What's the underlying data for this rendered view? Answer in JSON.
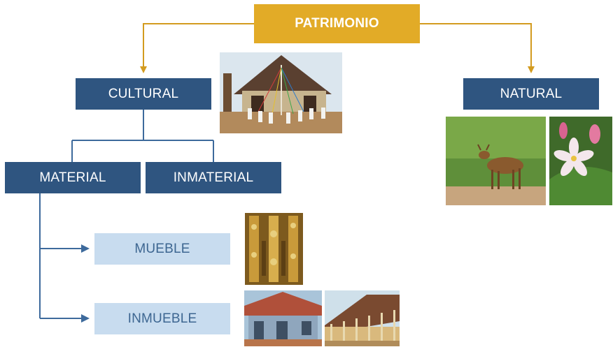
{
  "root": {
    "label": "PATRIMONIO"
  },
  "nodes": {
    "cultural": "CULTURAL",
    "natural": "NATURAL",
    "material": "MATERIAL",
    "inmaterial": "INMATERIAL",
    "mueble": "MUEBLE",
    "inmueble": "INMUEBLE"
  },
  "photos": [
    {
      "name": "dance-festival-photo"
    },
    {
      "name": "deer-photo"
    },
    {
      "name": "flower-photo"
    },
    {
      "name": "carved-altar-photo"
    },
    {
      "name": "adobe-house-photo"
    },
    {
      "name": "colonial-building-photo"
    }
  ],
  "colors": {
    "gold": "#e2ab27",
    "dark_blue": "#2f5580",
    "light_blue": "#c8dcef",
    "connector_blue": "#3d6a9c"
  }
}
